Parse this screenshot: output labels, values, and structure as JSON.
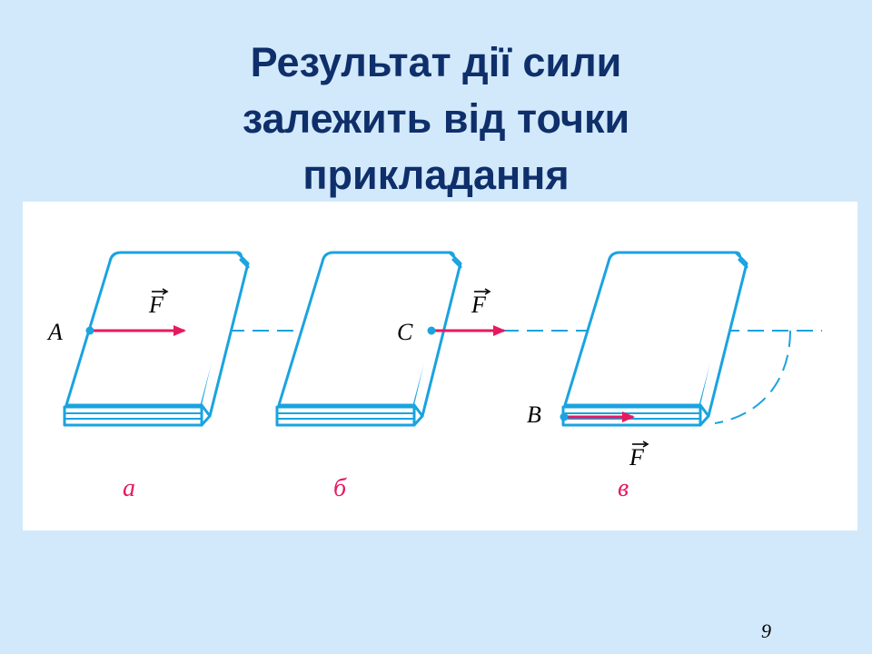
{
  "slide": {
    "title_lines": [
      "Результат дії сили",
      "залежить від точки",
      "прикладання"
    ],
    "page_number": "9"
  },
  "figure": {
    "force_symbol": "F",
    "points": {
      "a": "A",
      "c": "C",
      "b": "B"
    },
    "panel_labels": {
      "a": "а",
      "b": "б",
      "c": "в"
    },
    "colors": {
      "book": "#1aa3e0",
      "force": "#e6195f",
      "label": "#e6195f",
      "background": "#ffffff"
    }
  }
}
